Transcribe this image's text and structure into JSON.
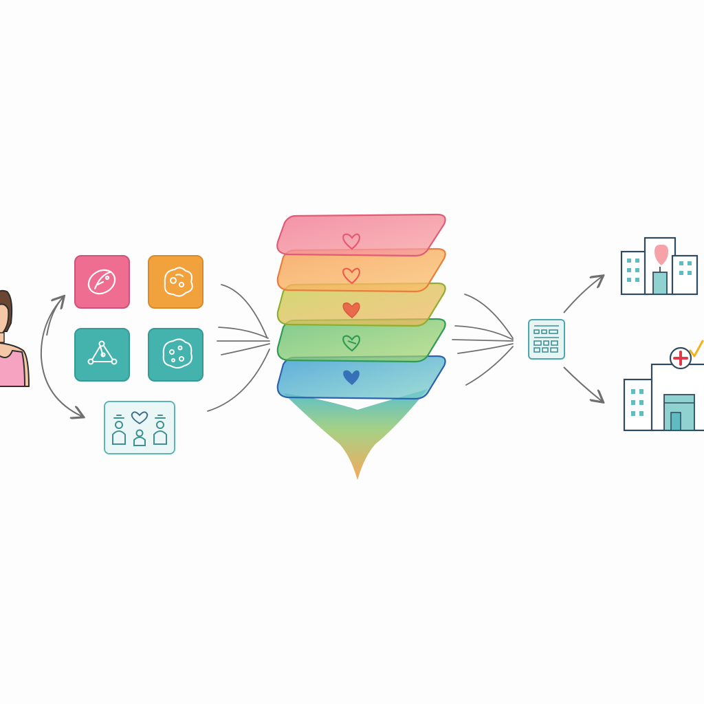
{
  "diagram": {
    "type": "flow",
    "text_labels": [],
    "nodes": [
      {
        "id": "patient",
        "icon": "woman-avatar-icon",
        "color": "#e86aa0"
      },
      {
        "id": "input-breast-scan",
        "icon": "breast-tissue-icon",
        "color": "#ee6d90"
      },
      {
        "id": "input-cell",
        "icon": "cell-cluster-icon",
        "color": "#f2a23c"
      },
      {
        "id": "input-network",
        "icon": "node-network-icon",
        "color": "#44b3ad"
      },
      {
        "id": "input-cell-pattern",
        "icon": "cell-pattern-icon",
        "color": "#44b3ad"
      },
      {
        "id": "input-family",
        "icon": "family-history-icon",
        "color": "#5ab6b4"
      },
      {
        "id": "model-stack",
        "icon": "layered-model-icon",
        "layers": [
          {
            "color": "#f06a86",
            "heart": "#e25b74"
          },
          {
            "color": "#f59a4a",
            "heart": "#ea6d4f"
          },
          {
            "color": "#b5c94a",
            "heart": "#e86a4a"
          },
          {
            "color": "#4bb46a",
            "heart": "#2f9a55"
          },
          {
            "color": "#3d9bd0",
            "heart": "#2a62b0"
          }
        ],
        "funnel_colors": [
          "#45b8c8",
          "#9ccc78",
          "#f3a04c"
        ]
      },
      {
        "id": "report",
        "icon": "report-grid-icon",
        "color": "#4aa8ac"
      },
      {
        "id": "hospital-top",
        "icon": "hospital-building-icon",
        "color": "#3b5f7a"
      },
      {
        "id": "hospital-bottom",
        "icon": "clinic-building-icon",
        "color": "#3b5f7a",
        "badge": "red-cross-icon",
        "check": "checkmark-icon"
      }
    ],
    "edges": [
      {
        "from": "patient",
        "to": "input-breast-scan",
        "style": "curved"
      },
      {
        "from": "input-family",
        "to": "patient",
        "style": "curved"
      },
      {
        "from": "inputs",
        "to": "model-stack",
        "style": "converging"
      },
      {
        "from": "model-stack",
        "to": "report",
        "style": "converging"
      },
      {
        "from": "report",
        "to": "hospital-top",
        "style": "arrow"
      },
      {
        "from": "report",
        "to": "hospital-bottom",
        "style": "arrow"
      }
    ],
    "colors": {
      "arrow": "#6f6f6f",
      "outline": "#34495e",
      "teal": "#4aa8ac",
      "pink": "#ee6d90",
      "orange": "#f2a23c",
      "red": "#e23a48"
    }
  }
}
